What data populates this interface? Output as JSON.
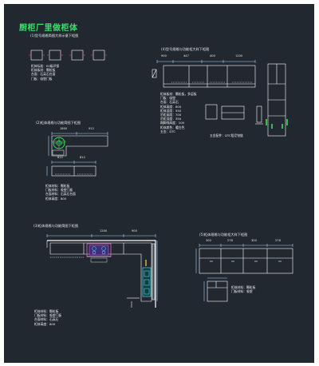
{
  "title": "厨柜厂里做柜体",
  "captions": {
    "top_left": "(1)型号规格简图大样示意下柜图",
    "mid_left": "(2)柜体规格与功能简图下柜图",
    "bottom_left": "(3)柜体规格与功能简图下柜图",
    "top_right": "(4)型号规格与功能柜大样下柜图",
    "bottom_right": "(5)柜体规格与功能柜大样下柜图"
  },
  "dims": {
    "top_right": [
      "900",
      "447",
      "400",
      "1200"
    ],
    "mid_left": [
      "1800",
      "912"
    ],
    "mid_left_box": [
      "812",
      "812"
    ],
    "bottom_left": [
      "1200",
      "900"
    ],
    "bottom_right": [
      "300",
      "278",
      "300",
      "278"
    ]
  },
  "notes": {
    "top_left": [
      "柜体标准：E0级环保",
      "柜体板材：颗粒板",
      "台面：石英石台面",
      "门板：吸塑门板"
    ],
    "top_right": [
      "柜体板材：颗粒板，多层板",
      "门板：吸塑",
      "台面：石英石",
      "柜体高度：800",
      "柜体深度：550",
      "吊柜高度：700",
      "吊柜深度：350",
      "踢脚线高度：100",
      "柜体颜色：暖白色",
      "五金：DTC"
    ],
    "top_right_inline": "五金配件：DTC阻尼铰链",
    "mid_left": [
      "柜体材料：颗粒板",
      "门板材料：吸塑门板",
      "台面材料：石英石台面",
      "柜体高度：800"
    ],
    "bottom_left": [
      "柜体材料：颗粒板",
      "门板材料：吸塑门板",
      "台面材料：石英石",
      "柜体高度：800"
    ],
    "bottom_right": [
      "柜体材料：颗粒板",
      "门板材料：吸塑"
    ]
  }
}
